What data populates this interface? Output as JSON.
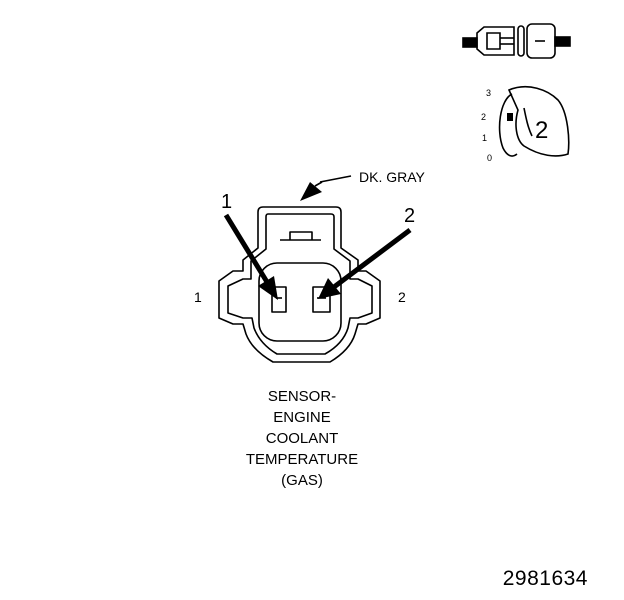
{
  "wire_color_label": "DK. GRAY",
  "pins": {
    "callout_1": "1",
    "callout_2": "2",
    "side_1": "1",
    "side_2": "2"
  },
  "caption_lines": [
    "SENSOR-",
    "ENGINE",
    "COOLANT",
    "TEMPERATURE",
    "(GAS)"
  ],
  "connector_key": {
    "scale": [
      "3",
      "2",
      "1",
      "0"
    ],
    "position_value": "2"
  },
  "figure_number": "2981634"
}
